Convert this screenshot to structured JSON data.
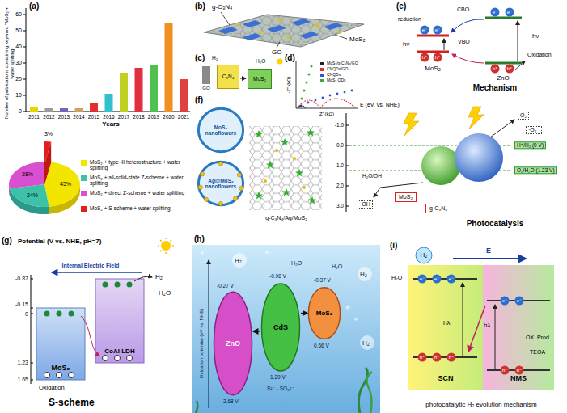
{
  "diagram": {
    "nodes": [
      {
        "text": [
          "C₃N₄"
        ]
      },
      {
        "text": [
          "MoS₂"
        ]
      },
      {
        "text": [
          "MoS₂ nanoflowers"
        ]
      },
      {
        "text": [
          "Ag@MoS₂ nanoflowers"
        ]
      },
      {
        "text": [
          "MoS₂"
        ]
      },
      {
        "text": [
          "g-C₃N₄"
        ]
      },
      {
        "text": [
          "MoS₂"
        ]
      },
      {
        "text": [
          "CoAl LDH"
        ]
      },
      {
        "text": [
          "ZnO"
        ]
      },
      {
        "text": [
          "CdS"
        ]
      },
      {
        "text": [
          "MoS₂"
        ]
      },
      {
        "text": [
          "SCN"
        ]
      },
      {
        "text": [
          "NMS"
        ]
      }
    ],
    "edges": [
      {
        "from": 9,
        "to": 10,
        "arrow": "to"
      },
      {
        "from": 9,
        "to": 8,
        "arrow": "to"
      }
    ],
    "labels": [
      "(a)",
      "0",
      "10",
      "20",
      "30",
      "40",
      "50",
      "60",
      "2011",
      "2012",
      "2013",
      "2014",
      "2015",
      "2016",
      "2017",
      "2018",
      "2019",
      "2020",
      "2021",
      "Years",
      "Number of publications containing keyword \"MoS₂ + water splitting\"",
      "45%",
      "24%",
      "28%",
      "3%",
      "(b)",
      "g-C₃N₄",
      "MoS₂",
      "GO",
      "(c)",
      "H₂",
      "H₂O",
      "GO",
      "(d)",
      "Z' (kΩ)",
      "-Z'' (kΩ)",
      "(e)",
      "reduction",
      "CBO",
      "VBO",
      "hν",
      "hν",
      "Oxidation",
      "MoS₂",
      "ZnO",
      "e⁻",
      "e⁻",
      "e⁻",
      "e⁻",
      "h⁺",
      "h⁺",
      "h⁺",
      "h⁺",
      "Mechanism",
      "(f)",
      "g-C₃N₄/Ag/MoS₂",
      "E (eV, vs. NHE)",
      "-1.0",
      "0.0",
      "1.0",
      "2.0",
      "3.0",
      "H⁺/H₂ (0 V)",
      "O₂/H₂O (1.23 V)",
      "O₂",
      "·O₂⁻",
      "H₂O/OH",
      "·OH",
      "Photocatalysis",
      "(g)",
      "Potential (V vs. NHE, pH=7)",
      "-0.87",
      "-0.15",
      "0",
      "1.23",
      "1.65",
      "Internal Electric Field",
      "H₂",
      "H₂O",
      "Oxidation",
      "S-scheme",
      "(h)",
      "Oxidation potential (eV vs. NHE)",
      "-0.27 V",
      "-0.98 V",
      "-0.37 V",
      "0.66 V",
      "1.29 V",
      "2.68 V",
      "S²⁻ - SO₃²⁻",
      "H₂",
      "H₂",
      "H₂",
      "H₂O",
      "H₂O",
      "(i)",
      "E",
      "H₂",
      "H₂O",
      "hλ",
      "hλ",
      "OX. Prod.",
      "TEOA",
      "e⁻",
      "e⁻",
      "e⁻",
      "h⁺",
      "h⁺",
      "h⁺",
      "e⁻",
      "e⁻",
      "h⁺",
      "h⁺",
      "photocatalytic H₂ evolution mechanism"
    ],
    "legend": [
      {
        "text": "MoS₂ + type -II heterostructure + water splitting",
        "color": "#f2e600"
      },
      {
        "text": "MoS₂ + all-solid-state Z-scheme + water splitting",
        "color": "#3dc2a8"
      },
      {
        "text": "MoS₂ + direct Z-scheme + water splitting",
        "color": "#d84fd0"
      },
      {
        "text": "MoS₂ + S-scheme + water splitting",
        "color": "#e02020"
      },
      {
        "text": "MoS₂/g-C₃N₄/GO",
        "color": "#222222"
      },
      {
        "text": "CNQDs/GO",
        "color": "#e03030"
      },
      {
        "text": "CNQDs",
        "color": "#3050e0"
      },
      {
        "text": "MoS₂ QDs",
        "color": "#30b030"
      }
    ]
  }
}
